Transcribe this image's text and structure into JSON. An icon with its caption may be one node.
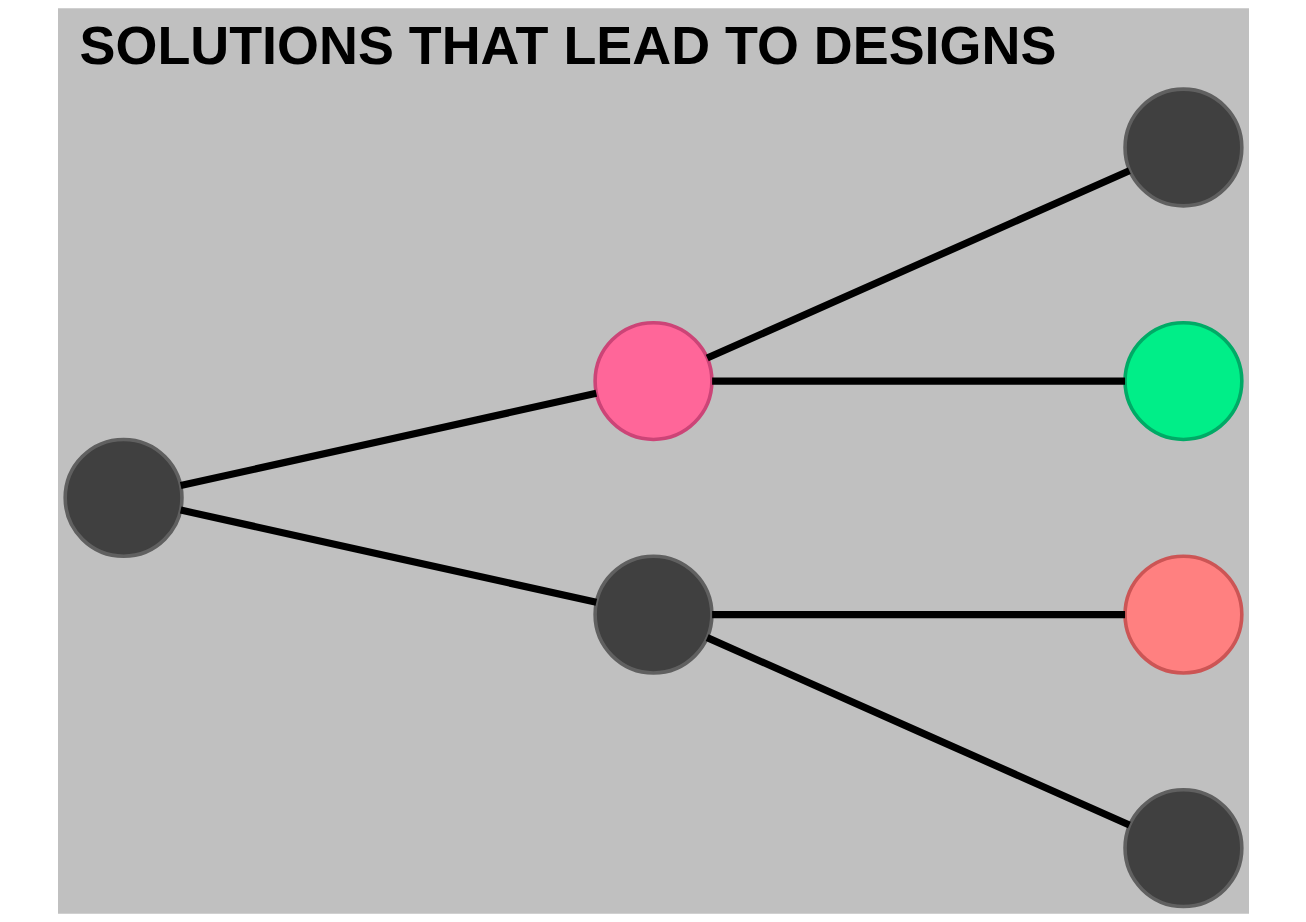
{
  "diagram": {
    "title": "SOLUTIONS THAT LEAD TO DESIGNS",
    "nodes": [
      {
        "text": [],
        "shape": "circle"
      },
      {
        "text": [],
        "shape": "circle"
      },
      {
        "text": [],
        "shape": "circle"
      },
      {
        "text": [],
        "shape": "circle"
      },
      {
        "text": [],
        "shape": "circle"
      },
      {
        "text": [],
        "shape": "circle"
      },
      {
        "text": [],
        "shape": "circle"
      }
    ],
    "edges": [
      {
        "from": 0,
        "to": 1,
        "arrow": "none"
      },
      {
        "from": 0,
        "to": 2,
        "arrow": "none"
      },
      {
        "from": 1,
        "to": 3,
        "arrow": "none"
      },
      {
        "from": 1,
        "to": 4,
        "arrow": "none"
      },
      {
        "from": 2,
        "to": 5,
        "arrow": "none"
      },
      {
        "from": 2,
        "to": 6,
        "arrow": "none"
      }
    ]
  }
}
